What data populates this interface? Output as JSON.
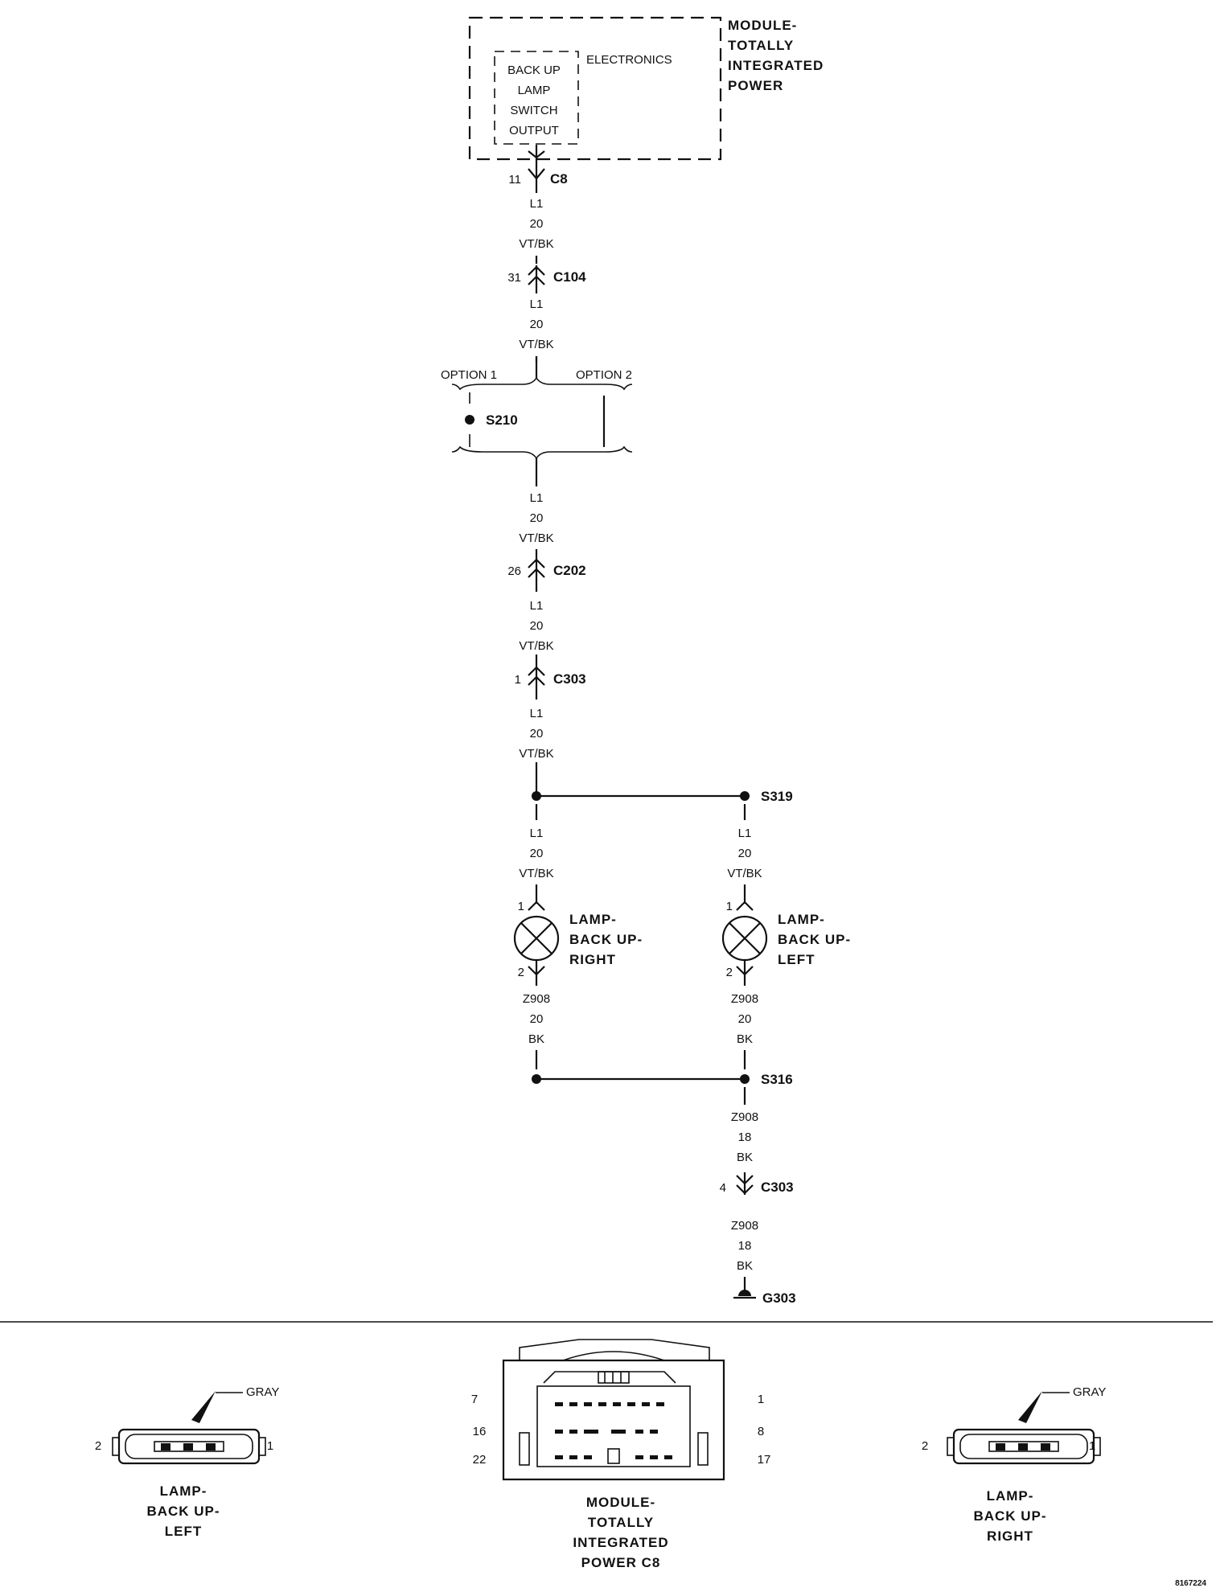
{
  "module": {
    "title": [
      "MODULE-",
      "TOTALLY",
      "INTEGRATED",
      "POWER"
    ],
    "electronics": "ELECTRONICS",
    "output_lines": [
      "BACK UP",
      "LAMP",
      "SWITCH",
      "OUTPUT"
    ]
  },
  "connectors": {
    "c8": {
      "pin": "11",
      "name": "C8"
    },
    "c104": {
      "pin": "31",
      "name": "C104"
    },
    "c202": {
      "pin": "26",
      "name": "C202"
    },
    "c303a": {
      "pin": "1",
      "name": "C303"
    },
    "c303b": {
      "pin": "4",
      "name": "C303"
    }
  },
  "wires": {
    "w1": [
      "L1",
      "20",
      "VT/BK"
    ],
    "w2": [
      "L1",
      "20",
      "VT/BK"
    ],
    "w3": [
      "L1",
      "20",
      "VT/BK"
    ],
    "w4": [
      "L1",
      "20",
      "VT/BK"
    ],
    "w5": [
      "L1",
      "20",
      "VT/BK"
    ],
    "w6": [
      "L1",
      "20",
      "VT/BK"
    ],
    "w7": [
      "L1",
      "20",
      "VT/BK"
    ],
    "w8": [
      "Z908",
      "20",
      "BK"
    ],
    "w9": [
      "Z908",
      "20",
      "BK"
    ],
    "w10": [
      "Z908",
      "18",
      "BK"
    ],
    "w11": [
      "Z908",
      "18",
      "BK"
    ]
  },
  "options": {
    "option1": "OPTION 1",
    "option2": "OPTION 2"
  },
  "splices": {
    "s210": "S210",
    "s319": "S319",
    "s316": "S316"
  },
  "ground": "G303",
  "lamps": {
    "right": {
      "pin_top": "1",
      "pin_bottom": "2",
      "label": [
        "LAMP-",
        "BACK UP-",
        "RIGHT"
      ]
    },
    "left": {
      "pin_top": "1",
      "pin_bottom": "2",
      "label": [
        "LAMP-",
        "BACK UP-",
        "LEFT"
      ]
    }
  },
  "connector_views": {
    "left": {
      "color": "GRAY",
      "pin_left": "2",
      "pin_right": "1",
      "label": [
        "LAMP-",
        "BACK UP-",
        "LEFT"
      ]
    },
    "module": {
      "pins": {
        "tl": "7",
        "tr": "1",
        "ml": "16",
        "mr": "8",
        "bl": "22",
        "br": "17"
      },
      "label": [
        "MODULE-",
        "TOTALLY",
        "INTEGRATED",
        "POWER C8"
      ]
    },
    "right": {
      "color": "GRAY",
      "pin_left": "2",
      "pin_right": "1",
      "label": [
        "LAMP-",
        "BACK UP-",
        "RIGHT"
      ]
    }
  },
  "figure_id": "8167224"
}
